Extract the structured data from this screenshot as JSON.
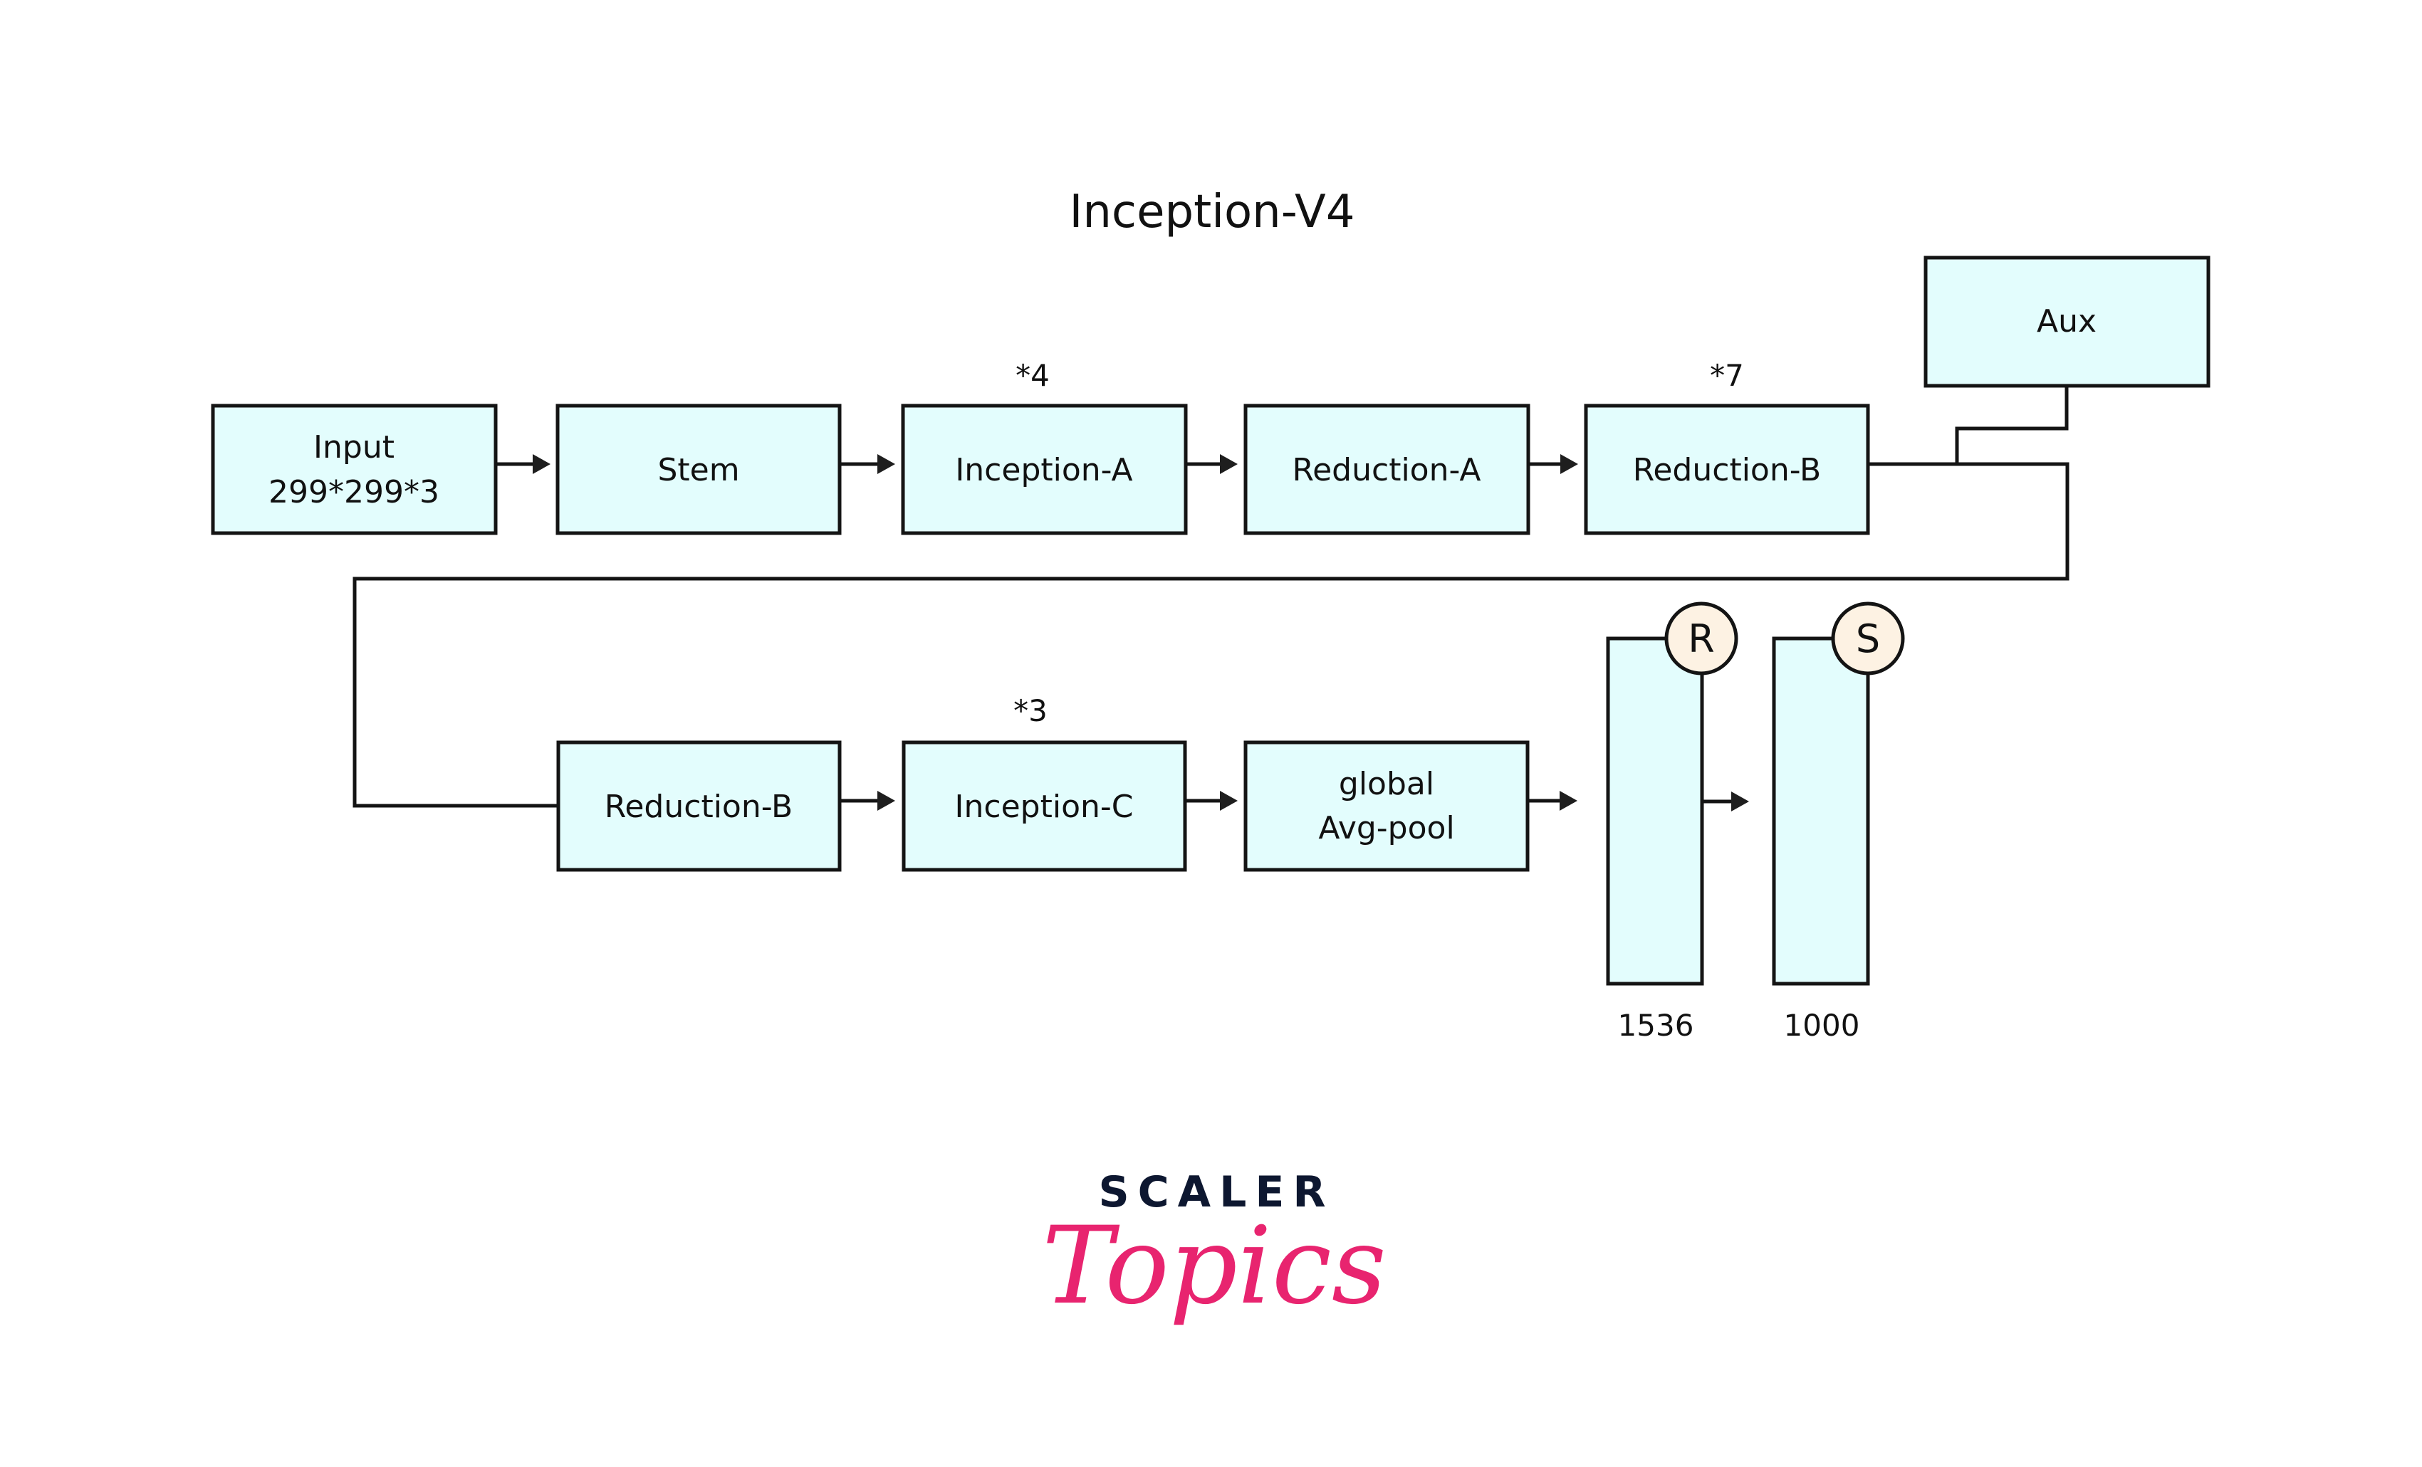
{
  "title": "Inception-V4",
  "row1": {
    "input": {
      "line1": "Input",
      "line2": "299*299*3"
    },
    "stem": "Stem",
    "inception_a": "Inception-A",
    "inception_a_repeat": "*4",
    "reduction_a": "Reduction-A",
    "reduction_b": "Reduction-B",
    "reduction_b_repeat": "*7",
    "aux": "Aux"
  },
  "row2": {
    "reduction_b": "Reduction-B",
    "inception_c": "Inception-C",
    "inception_c_repeat": "*3",
    "avg_pool": {
      "line1": "global",
      "line2": "Avg-pool"
    },
    "fc1": {
      "badge": "R",
      "size": "1536"
    },
    "fc2": {
      "badge": "S",
      "size": "1000"
    }
  },
  "logo": {
    "brand": "SCALER",
    "sub": "Topics"
  },
  "colors": {
    "box_fill": "#e3fdfd",
    "badge_fill": "#fdf2e3",
    "stroke": "#141414",
    "brand_dark": "#0d1730",
    "brand_pink": "#e8246f"
  }
}
